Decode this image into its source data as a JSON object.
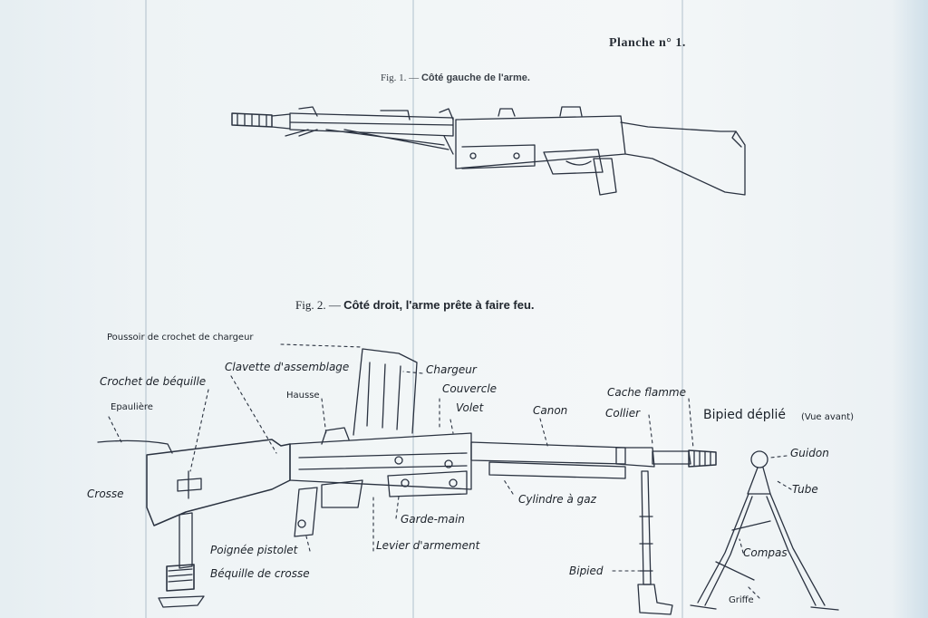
{
  "plate_title": "Planche n° 1.",
  "fig1": {
    "number": "Fig. 1. —",
    "caption": "Côté gauche de l'arme."
  },
  "fig2": {
    "number": "Fig. 2. —",
    "caption": "Côté droit, l'arme prête à faire feu."
  },
  "labels": {
    "poussoir": "Poussoir de crochet de chargeur",
    "clavette": "Clavette d'assemblage",
    "crochet": "Crochet de béquille",
    "epauliere": "Epaulière",
    "hausse": "Hausse",
    "chargeur": "Chargeur",
    "couvercle": "Couvercle",
    "volet": "Volet",
    "canon": "Canon",
    "cache_flamme": "Cache flamme",
    "collier": "Collier",
    "bipied_deplie": "Bipied déplié",
    "vue_avant": "(Vue avant)",
    "guidon": "Guidon",
    "tube": "Tube",
    "compas": "Compas",
    "griffe": "Griffe",
    "crosse": "Crosse",
    "cylindre": "Cylindre à gaz",
    "garde_main": "Garde-main",
    "levier": "Levier d'armement",
    "poignee": "Poignée pistolet",
    "bequille": "Béquille de crosse",
    "bipied": "Bipied"
  }
}
